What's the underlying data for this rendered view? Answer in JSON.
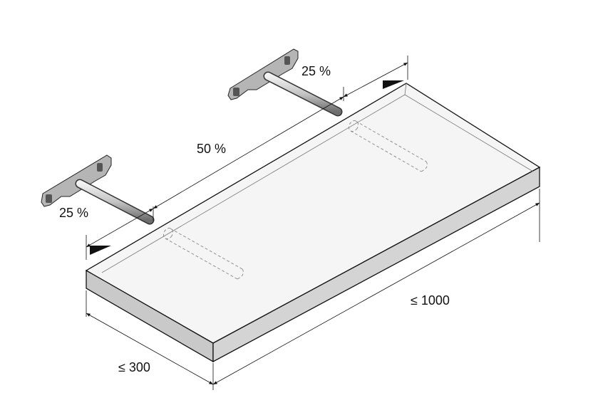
{
  "labels": {
    "left_offset": "25 %",
    "middle_spacing": "50 %",
    "right_offset": "25 %",
    "depth": "≤ 300",
    "length": "≤ 1000"
  },
  "colors": {
    "shelf_top": "#f4f4f4",
    "shelf_side": "#c8c8c8",
    "line": "#111111",
    "metal": "#b8b8b8"
  }
}
